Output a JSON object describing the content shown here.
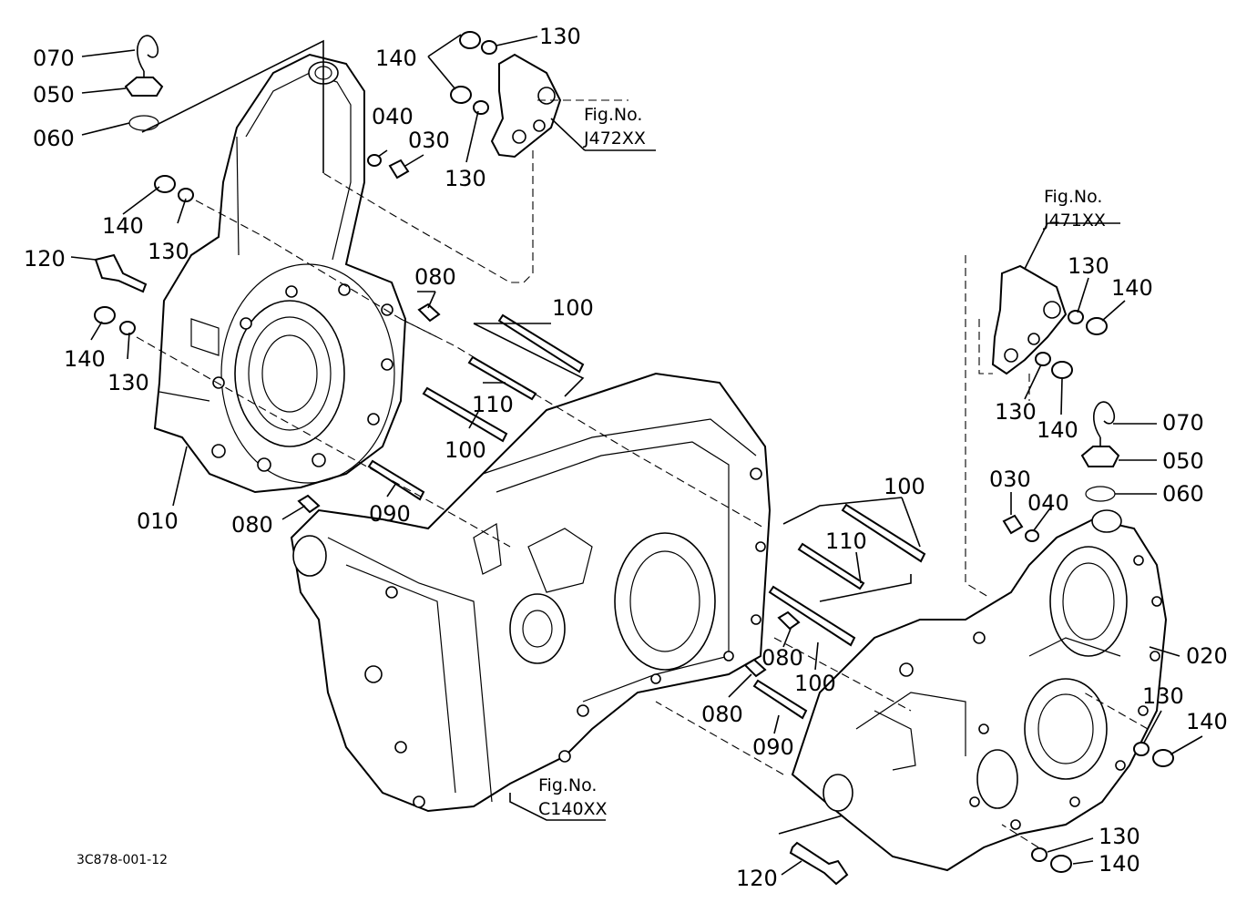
{
  "diagram": {
    "code": "3C878-001-12",
    "refs": {
      "j472": {
        "fig": "Fig.No.",
        "no": "J472XX"
      },
      "j471": {
        "fig": "Fig.No.",
        "no": "J471XX"
      },
      "c140": {
        "fig": "Fig.No.",
        "no": "C140XX"
      }
    },
    "labels": {
      "l070a": "070",
      "l050a": "050",
      "l060a": "060",
      "l140a": "140",
      "l130a": "130",
      "l130b": "130",
      "l040a": "040",
      "l030a": "030",
      "l140b": "140",
      "l130c": "130",
      "l120a": "120",
      "l140c": "140",
      "l130d": "130",
      "l080a": "080",
      "l100a": "100",
      "l110a": "110",
      "l100b": "100",
      "l010": "010",
      "l080b": "080",
      "l090a": "090",
      "l130e": "130",
      "l140d": "140",
      "l130f": "130",
      "l140e": "140",
      "l070b": "070",
      "l050b": "050",
      "l060b": "060",
      "l030b": "030",
      "l040b": "040",
      "l100c": "100",
      "l110b": "110",
      "l080c": "080",
      "l100d": "100",
      "l020": "020",
      "l080d": "080",
      "l090b": "090",
      "l130g": "130",
      "l140f": "140",
      "l130h": "130",
      "l140g": "140",
      "l120b": "120"
    }
  }
}
